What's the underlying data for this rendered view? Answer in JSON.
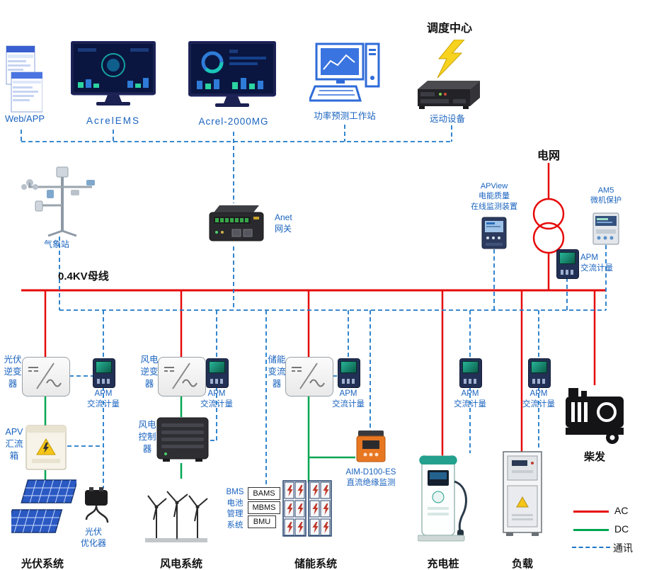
{
  "colors": {
    "ac_line": "#e60a0a",
    "dc_line": "#00a651",
    "comm_line": "#1e79c8",
    "label_blue": "#1a63bf"
  },
  "top": {
    "web_app": "Web/APP",
    "acrel_ems": "AcrelEMS",
    "acrel_2000mg": "Acrel-2000MG",
    "forecast_station": "功率预测工作站",
    "dispatch_center": "调度中心",
    "remote_device": "远动设备"
  },
  "grid": {
    "name": "电网",
    "apview": "APView\n电能质量\n在线监测装置",
    "am5": "AM5\n微机保护"
  },
  "labels": {
    "apm": "APM\n交流计量",
    "busbar": "0.4KV母线",
    "weather_station": "气象站",
    "gateway": "Anet\n网关"
  },
  "pv": {
    "inverter": "光伏逆变器",
    "combiner": "APV汇流箱",
    "optimizer": "光伏\n优化器",
    "system": "光伏系统"
  },
  "wind": {
    "inverter": "风电逆变器",
    "controller": "风电控制器",
    "system": "风电系统"
  },
  "storage": {
    "pcs": "储能变流器",
    "bms": "BMS电池管理系统",
    "units": [
      "BAMS",
      "MBMS",
      "BMU"
    ],
    "aim": "AIM-D100-ES\n直流绝缘监测",
    "system": "储能系统"
  },
  "charging": {
    "system": "充电桩"
  },
  "load": {
    "system": "负载"
  },
  "diesel": {
    "name": "柴发"
  },
  "legend": {
    "ac": "AC",
    "dc": "DC",
    "comm": "通讯"
  }
}
